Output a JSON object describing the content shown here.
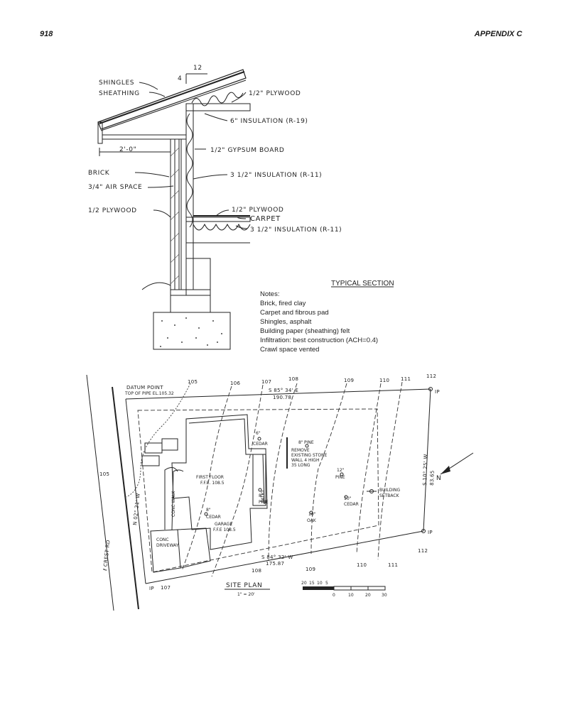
{
  "header": {
    "page_number": "918",
    "appendix": "APPENDIX C"
  },
  "section": {
    "slope_rise": "4",
    "slope_run": "12",
    "labels": {
      "shingles": "SHINGLES",
      "sheathing": "SHEATHING",
      "plywood_roof": "1/2\" PLYWOOD",
      "insulation_ceiling": "6\" INSULATION (R-19)",
      "overhang": "2'-0\"",
      "gypsum": "1/2\" GYPSUM BOARD",
      "brick": "BRICK",
      "air_space": "3/4\" AIR SPACE",
      "insulation_wall": "3 1/2\" INSULATION (R-11)",
      "plywood_wall": "1/2 PLYWOOD",
      "plywood_floor": "1/2\" PLYWOOD",
      "carpet": "CARPET",
      "insulation_floor": "3 1/2\" INSULATION (R-11)"
    },
    "title": "TYPICAL SECTION",
    "notes_title": "Notes:",
    "notes": [
      "Brick, fired clay",
      "Carpet and fibrous pad",
      "Shingles, asphalt",
      "Building paper (sheathing) felt",
      "Infiltration: best construction (ACH=0.4)",
      "Crawl space vented"
    ]
  },
  "site": {
    "datum_1": "DATUM POINT",
    "datum_2": "TOP OF PIPE EL.105.32",
    "bearing_top": "S 85° 34' E",
    "dist_top": "190.78",
    "bearing_bottom": "S 84° 32' W",
    "dist_bottom": "175.87",
    "bearing_left": "N 02° 21' W",
    "bearing_right": "S 10° 25' W",
    "dist_right": "83.65",
    "street": "ℓ CREST RD",
    "contours": [
      "105",
      "106",
      "107",
      "108",
      "109",
      "110",
      "111",
      "112"
    ],
    "ip": "IP",
    "first_floor_1": "FIRST FLOOR",
    "first_floor_2": "F.F.E. 108.5",
    "garage_1": "GARAGE",
    "garage_2": "F.F.E 108.5",
    "patio": "PATIO",
    "conc_walk": "CONC WALK",
    "conc_drive_1": "CONC",
    "conc_drive_2": "DRIVEWAY",
    "remove_1": "REMOVE",
    "remove_2": "EXISTING STONE",
    "remove_3": "WALL 4 HIGH",
    "remove_4": "35 LONG",
    "setback_1": "BUILDING",
    "setback_2": "SETBACK",
    "trees": [
      {
        "size": "6\"",
        "kind": "CEDAR"
      },
      {
        "size": "8\"",
        "kind": "PINE"
      },
      {
        "size": "12\"",
        "kind": "PINE"
      },
      {
        "size": "10\"",
        "kind": "CEDAR"
      },
      {
        "size": "10\"",
        "kind": "OAK"
      },
      {
        "size": "8\"",
        "kind": "PINE"
      },
      {
        "size": "8\"",
        "kind": "CEDAR"
      }
    ],
    "north": "N",
    "title": "SITE PLAN",
    "scale": "1\" = 20'",
    "scale_bar": [
      "20",
      "15",
      "10",
      "5",
      "0",
      "10",
      "20",
      "30"
    ]
  }
}
